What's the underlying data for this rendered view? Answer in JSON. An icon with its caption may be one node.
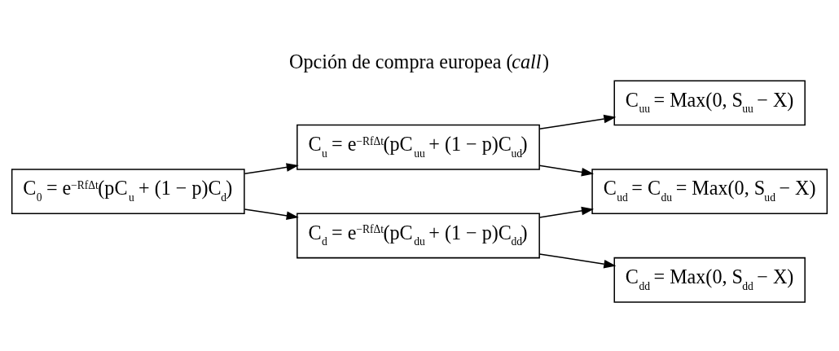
{
  "diagram": {
    "title": "Opción de compra europea (*call*)",
    "nodes": [
      {
        "text": [
          "C$_{0}$ = e$^{−RfΔt}$(pC$_{u}$ + (1 − p)C$_{d}$)"
        ]
      },
      {
        "text": [
          "C$_{u}$ = e$^{−RfΔt}$(pC$_{uu}$ + (1 − p)C$_{ud}$)"
        ]
      },
      {
        "text": [
          "C$_{d}$ = e$^{−RfΔt}$(pC$_{du}$ + (1 − p)C$_{dd}$)"
        ]
      },
      {
        "text": [
          "C$_{uu}$ = Max(0, S$_{uu}$ − X)"
        ]
      },
      {
        "text": [
          "C$_{ud}$ = C$_{du}$ = Max(0, S$_{ud}$ − X)"
        ]
      },
      {
        "text": [
          "C$_{dd}$ = Max(0, S$_{dd}$ − X)"
        ]
      }
    ],
    "edges": [
      {
        "from": 0,
        "to": 1,
        "arrow": "to"
      },
      {
        "from": 0,
        "to": 2,
        "arrow": "to"
      },
      {
        "from": 1,
        "to": 3,
        "arrow": "to"
      },
      {
        "from": 1,
        "to": 4,
        "arrow": "to"
      },
      {
        "from": 2,
        "to": 4,
        "arrow": "to"
      },
      {
        "from": 2,
        "to": 5,
        "arrow": "to"
      }
    ]
  }
}
